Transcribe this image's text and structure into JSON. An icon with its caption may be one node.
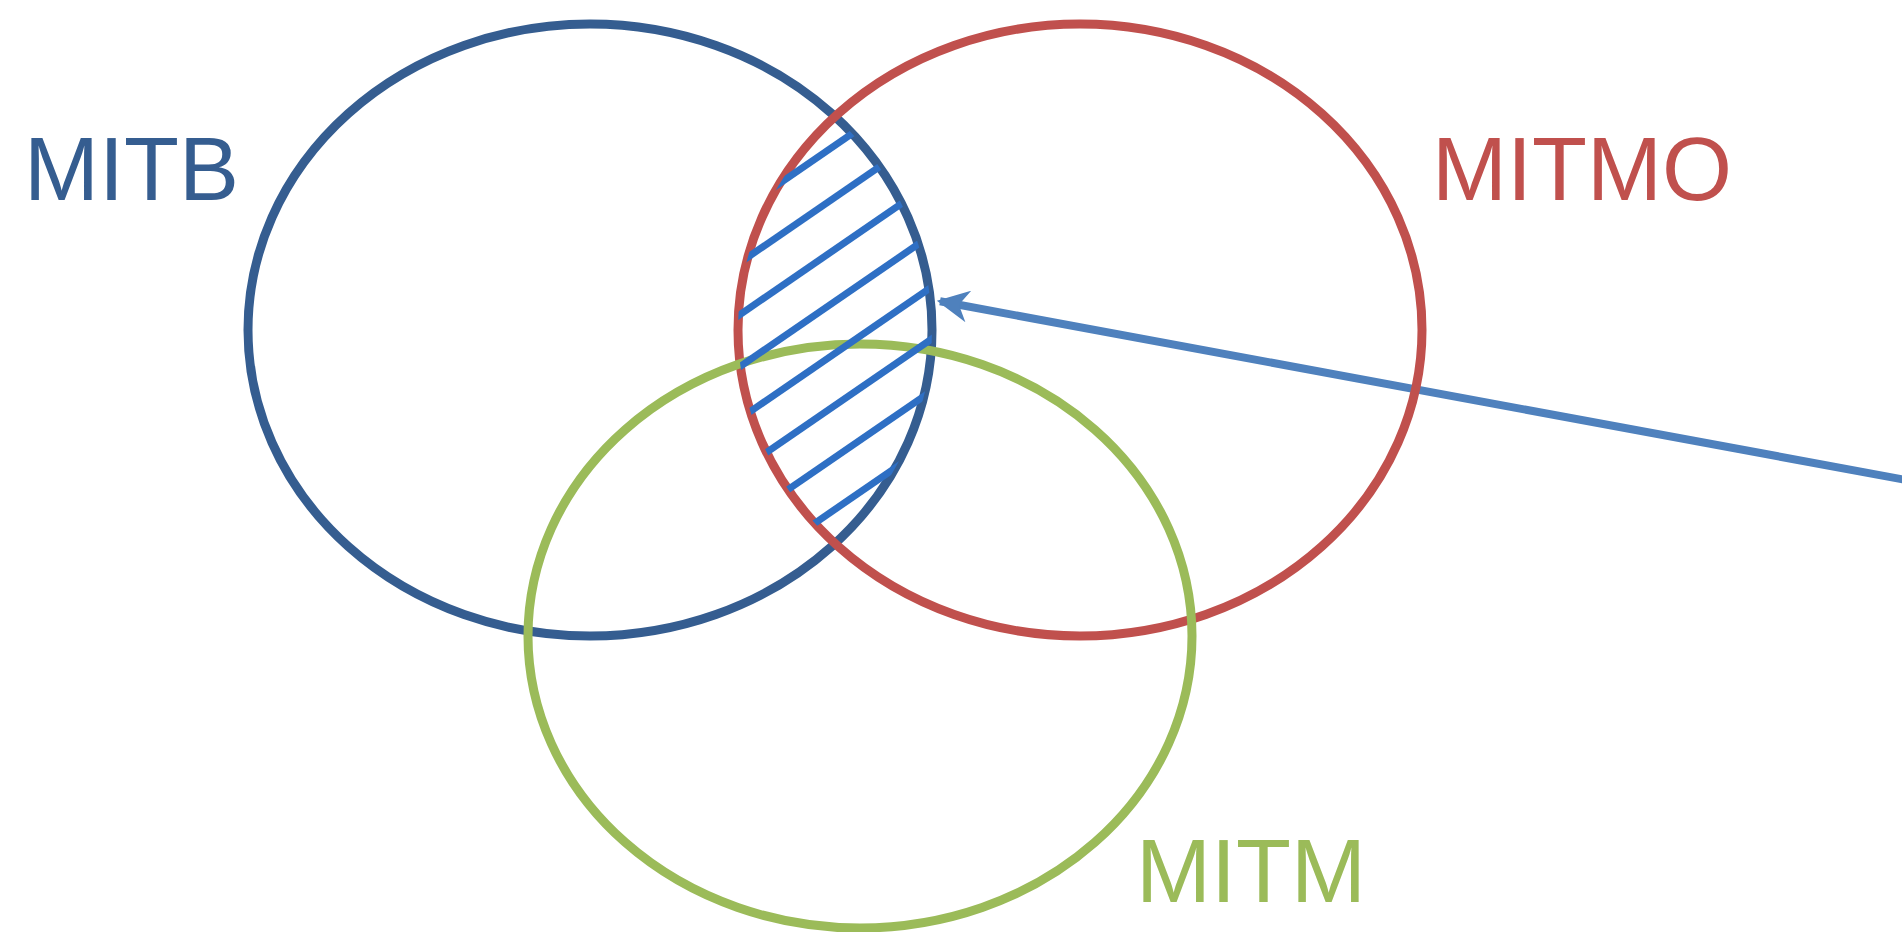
{
  "diagram": {
    "nodes": [
      {
        "text": [
          "MITB"
        ]
      },
      {
        "text": [
          "MITMO"
        ]
      },
      {
        "text": [
          "MITM"
        ]
      },
      {
        "text": [],
        "shape": "lens"
      }
    ],
    "edges": [
      {
        "from": null,
        "to": 3,
        "arrow": "to"
      }
    ]
  }
}
